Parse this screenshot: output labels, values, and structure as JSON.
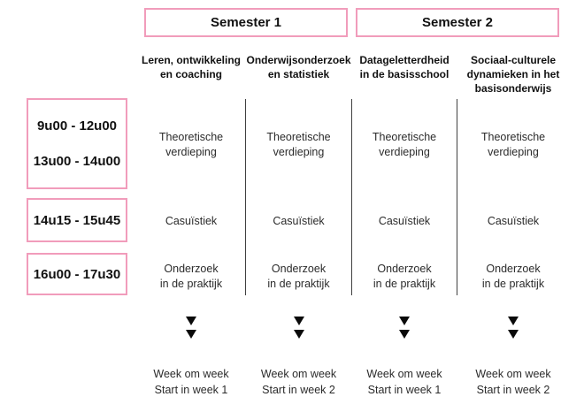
{
  "colors": {
    "accent_pink": "#f19cbb",
    "divider": "#404040",
    "triangle": "#0a0a0a"
  },
  "semesters": [
    {
      "label": "Semester 1"
    },
    {
      "label": "Semester 2"
    }
  ],
  "time_slots": {
    "slot1_line1": "9u00 - 12u00",
    "slot1_line2": "13u00 - 14u00",
    "slot2": "14u15 - 15u45",
    "slot3": "16u00 - 17u30"
  },
  "columns": [
    {
      "title": "Leren, ontwikkeling\nen coaching",
      "activity_morning": "Theoretische\nverdieping",
      "activity_afternoon": "Casuïstiek",
      "activity_late": "Onderzoek\nin de praktijk",
      "frequency": "Week om week\nStart in week 1"
    },
    {
      "title": "Onderwijsonderzoek\nen statistiek",
      "activity_morning": "Theoretische\nverdieping",
      "activity_afternoon": "Casuïstiek",
      "activity_late": "Onderzoek\nin de praktijk",
      "frequency": "Week om week\nStart in week 2"
    },
    {
      "title": "Datageletterdheid\nin de basisschool",
      "activity_morning": "Theoretische\nverdieping",
      "activity_afternoon": "Casuïstiek",
      "activity_late": "Onderzoek\nin de praktijk",
      "frequency": "Week om week\nStart in week 1"
    },
    {
      "title": "Sociaal-culturele\ndynamieken in het\nbasisonderwijs",
      "activity_morning": "Theoretische\nverdieping",
      "activity_afternoon": "Casuïstiek",
      "activity_late": "Onderzoek\nin de praktijk",
      "frequency": "Week om week\nStart in week 2"
    }
  ]
}
